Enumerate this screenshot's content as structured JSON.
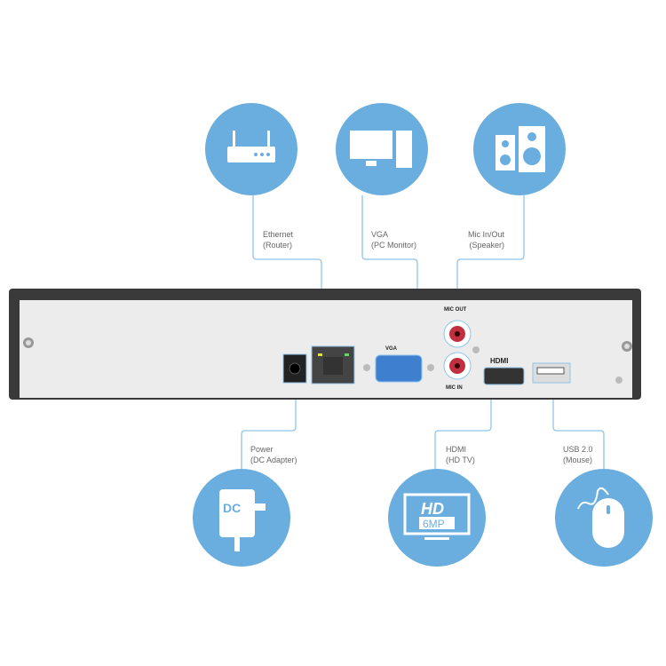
{
  "connections": [
    {
      "id": "ethernet",
      "label": "Ethernet",
      "sub": "(Router)",
      "icon": "router-icon"
    },
    {
      "id": "vga",
      "label": "VGA",
      "sub": "(PC Monitor)",
      "icon": "pc-monitor-icon"
    },
    {
      "id": "mic",
      "label": "Mic In/Out",
      "sub": "(Speaker)",
      "icon": "speaker-icon"
    },
    {
      "id": "power",
      "label": "Power",
      "sub": "(DC Adapter)",
      "icon": "dc-adapter-icon"
    },
    {
      "id": "hdmi",
      "label": "HDMI",
      "sub": "(HD TV)",
      "icon": "hd-tv-icon"
    },
    {
      "id": "usb",
      "label": "USB 2.0",
      "sub": "(Mouse)",
      "icon": "mouse-icon"
    }
  ],
  "ports": {
    "vga": "VGA",
    "mic_out": "MIC OUT",
    "mic_in": "MIC IN",
    "hdmi": "HDMI"
  },
  "icons": {
    "dc": "DC",
    "hd": "HD",
    "mp": "6MP"
  },
  "colors": {
    "accent": "#6aaee0",
    "line": "#8ec5ea",
    "frame": "#3a3a3a",
    "panel": "#ececec"
  }
}
